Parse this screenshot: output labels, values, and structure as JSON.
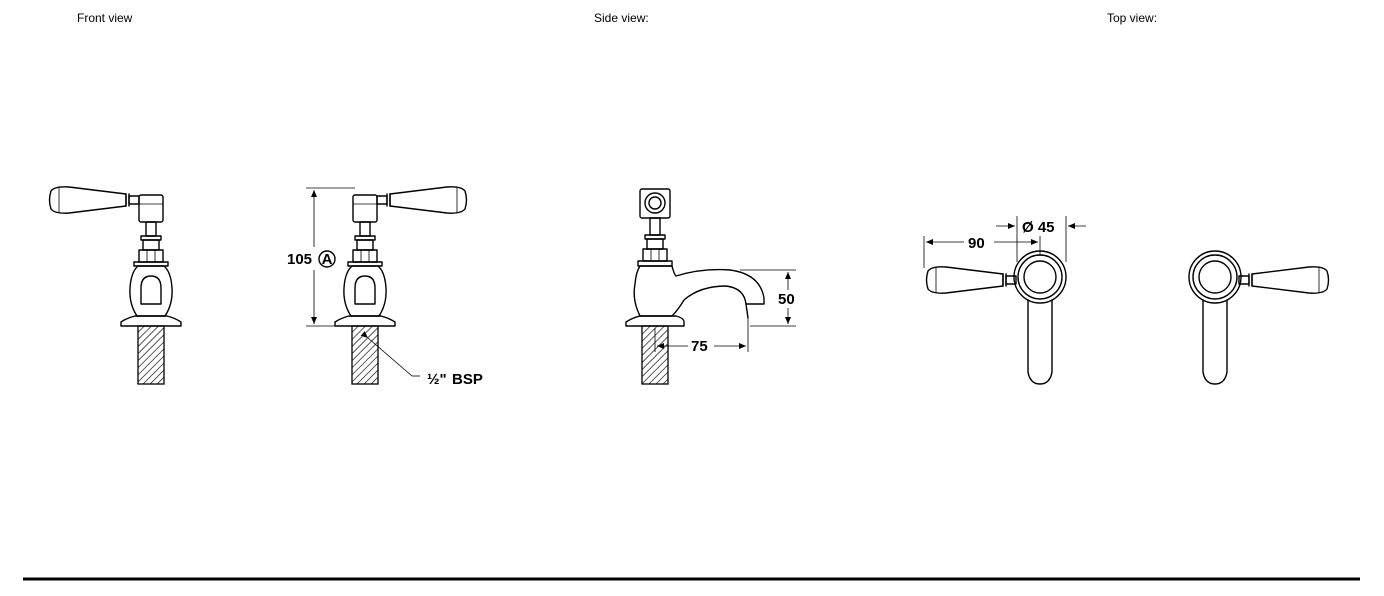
{
  "labels": {
    "front": "Front  view",
    "side": "Side  view:",
    "top": "Top view:"
  },
  "dimensions": {
    "height": "105",
    "height_marker": "A",
    "thread_fraction": "½\"",
    "thread": "BSP",
    "spout_height": "50",
    "spout_reach": "75",
    "lever_length": "90",
    "diameter": "Ø 45"
  },
  "colors": {
    "line": "#000000",
    "background": "#ffffff"
  }
}
